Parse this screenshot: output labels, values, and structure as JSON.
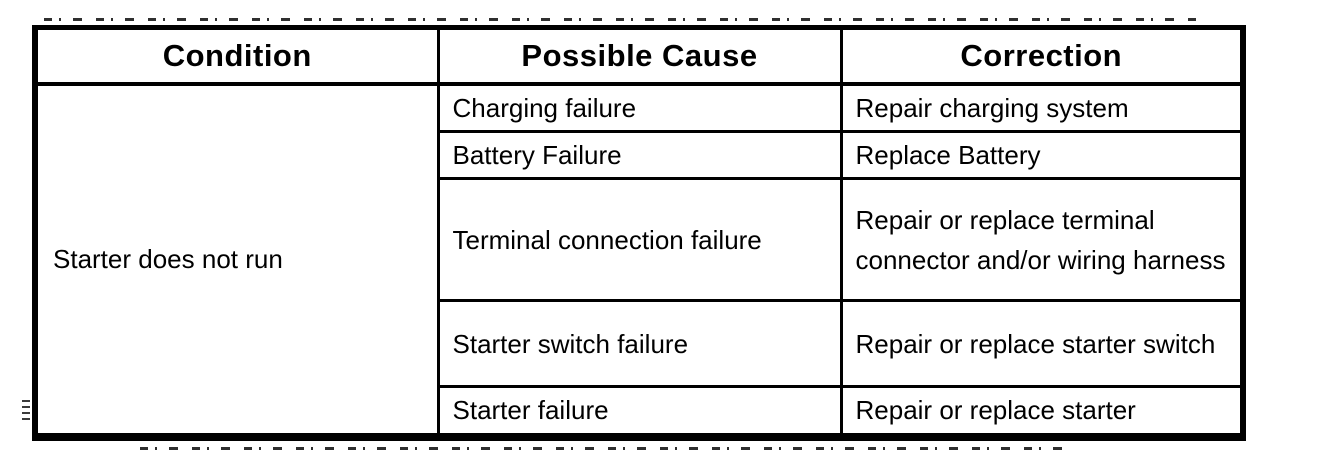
{
  "table": {
    "headers": [
      "Condition",
      "Possible Cause",
      "Correction"
    ],
    "condition_label": "Starter does not run",
    "rows": [
      {
        "cause": "Charging failure",
        "correction": "Repair charging system"
      },
      {
        "cause": "Battery Failure",
        "correction": "Replace Battery"
      },
      {
        "cause": "Terminal connection failure",
        "correction": "Repair or replace terminal connector and/or wiring harness"
      },
      {
        "cause": "Starter switch failure",
        "correction": "Repair or replace starter switch"
      },
      {
        "cause": "Starter failure",
        "correction": "Repair or replace starter"
      }
    ],
    "colors": {
      "border": "#000000",
      "background": "#ffffff",
      "text": "#000000"
    }
  }
}
